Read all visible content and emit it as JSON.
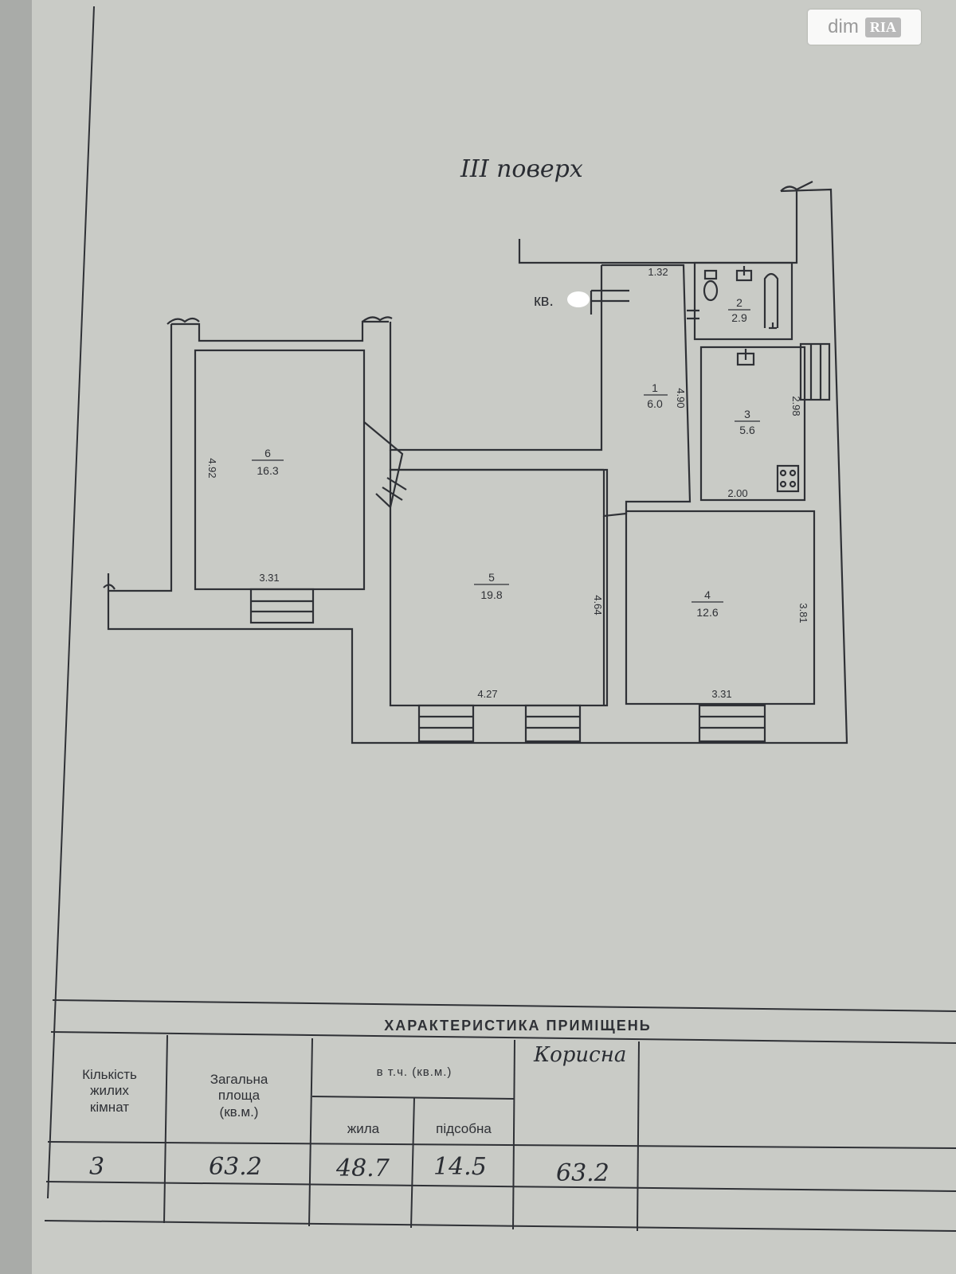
{
  "watermark": {
    "brand": "dim",
    "badge": "RIA"
  },
  "plan": {
    "floor_label": "III поверх",
    "apartment_label": "кв.",
    "rooms": [
      {
        "id": "1",
        "area": "6.0"
      },
      {
        "id": "2",
        "area": "2.9"
      },
      {
        "id": "3",
        "area": "5.6"
      },
      {
        "id": "4",
        "area": "12.6"
      },
      {
        "id": "5",
        "area": "19.8"
      },
      {
        "id": "6",
        "area": "16.3"
      }
    ],
    "dimensions": {
      "room6_height": "4.92",
      "room6_width": "3.31",
      "room1_width": "1.32",
      "room1_height": "4.90",
      "room3_height": "2.98",
      "room3_width": "2.00",
      "room5_height": "4.64",
      "room5_width": "4.27",
      "room4_height": "3.81",
      "room4_width": "3.31"
    }
  },
  "table": {
    "title": "ХАРАКТЕРИСТИКА ПРИМІЩЕНЬ",
    "headers": {
      "rooms_count": "Кількість\nжилих\nкімнат",
      "total_area": "Загальна\nплоща\n(кв.м.)",
      "including": "в т.ч. (кв.м.)",
      "living": "жила",
      "auxiliary": "підсобна",
      "useful": "Корисна"
    },
    "values": {
      "rooms_count": "3",
      "total_area": "63.2",
      "living": "48.7",
      "auxiliary": "14.5",
      "useful": "63.2"
    }
  }
}
